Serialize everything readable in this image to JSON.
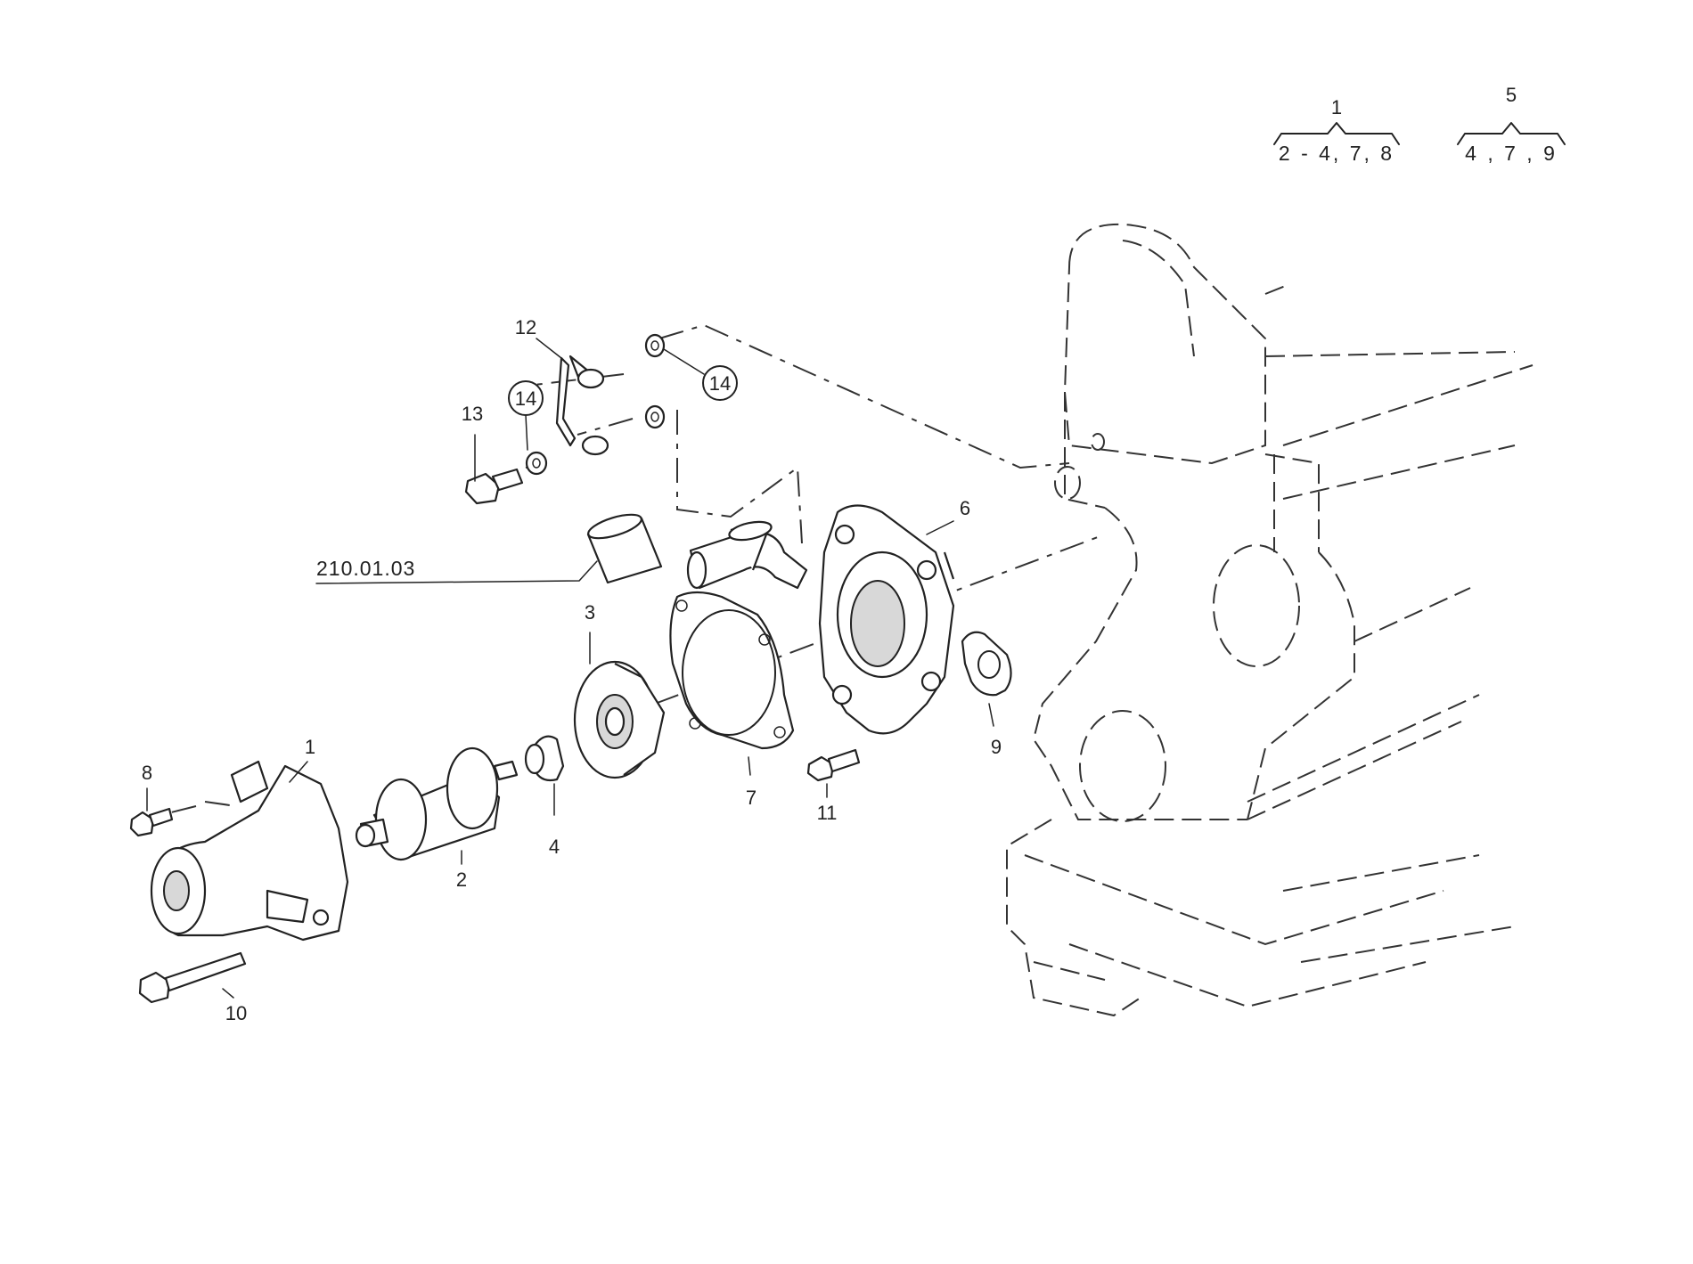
{
  "reference": "210.01.03",
  "groups": [
    {
      "head": "1",
      "members": "2 - 4, 7, 8"
    },
    {
      "head": "5",
      "members": "4 , 7 , 9"
    }
  ],
  "callouts": {
    "c1": "1",
    "c2": "2",
    "c3": "3",
    "c4": "4",
    "c6": "6",
    "c7": "7",
    "c8": "8",
    "c9": "9",
    "c10": "10",
    "c11": "11",
    "c12": "12",
    "c13": "13",
    "c14a": "14",
    "c14b": "14"
  }
}
